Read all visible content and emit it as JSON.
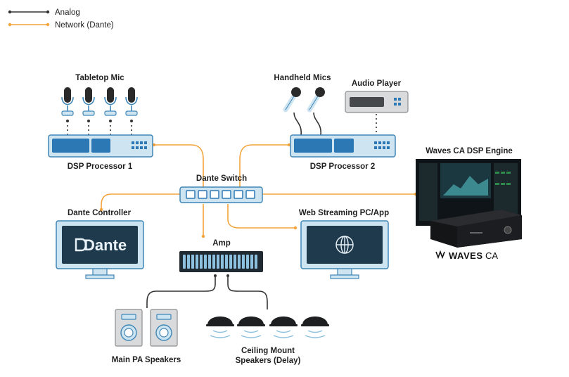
{
  "legend": {
    "analog": "Analog",
    "network": "Network (Dante)",
    "analog_color": "#333333",
    "network_color": "#F3A43B"
  },
  "labels": {
    "tabletop_mic": "Tabletop Mic",
    "handheld_mics": "Handheld Mics",
    "audio_player": "Audio Player",
    "dsp1": "DSP Processor 1",
    "dsp2": "DSP Processor 2",
    "dante_switch": "Dante Switch",
    "waves_engine": "Waves CA DSP Engine",
    "dante_controller": "Dante Controller",
    "web_streaming": "Web Streaming PC/App",
    "amp": "Amp",
    "main_pa": "Main PA Speakers",
    "ceiling_line1": "Ceiling Mount",
    "ceiling_line2": "Speakers (Delay)"
  },
  "logos": {
    "dante": "Dante",
    "waves": "WAVES",
    "waves_ca": "CA"
  },
  "colors": {
    "device_fill": "#CFE4F1",
    "device_stroke": "#3F86B8",
    "device_dark": "#2B78B5",
    "screen_dark": "#1F3A4C"
  }
}
